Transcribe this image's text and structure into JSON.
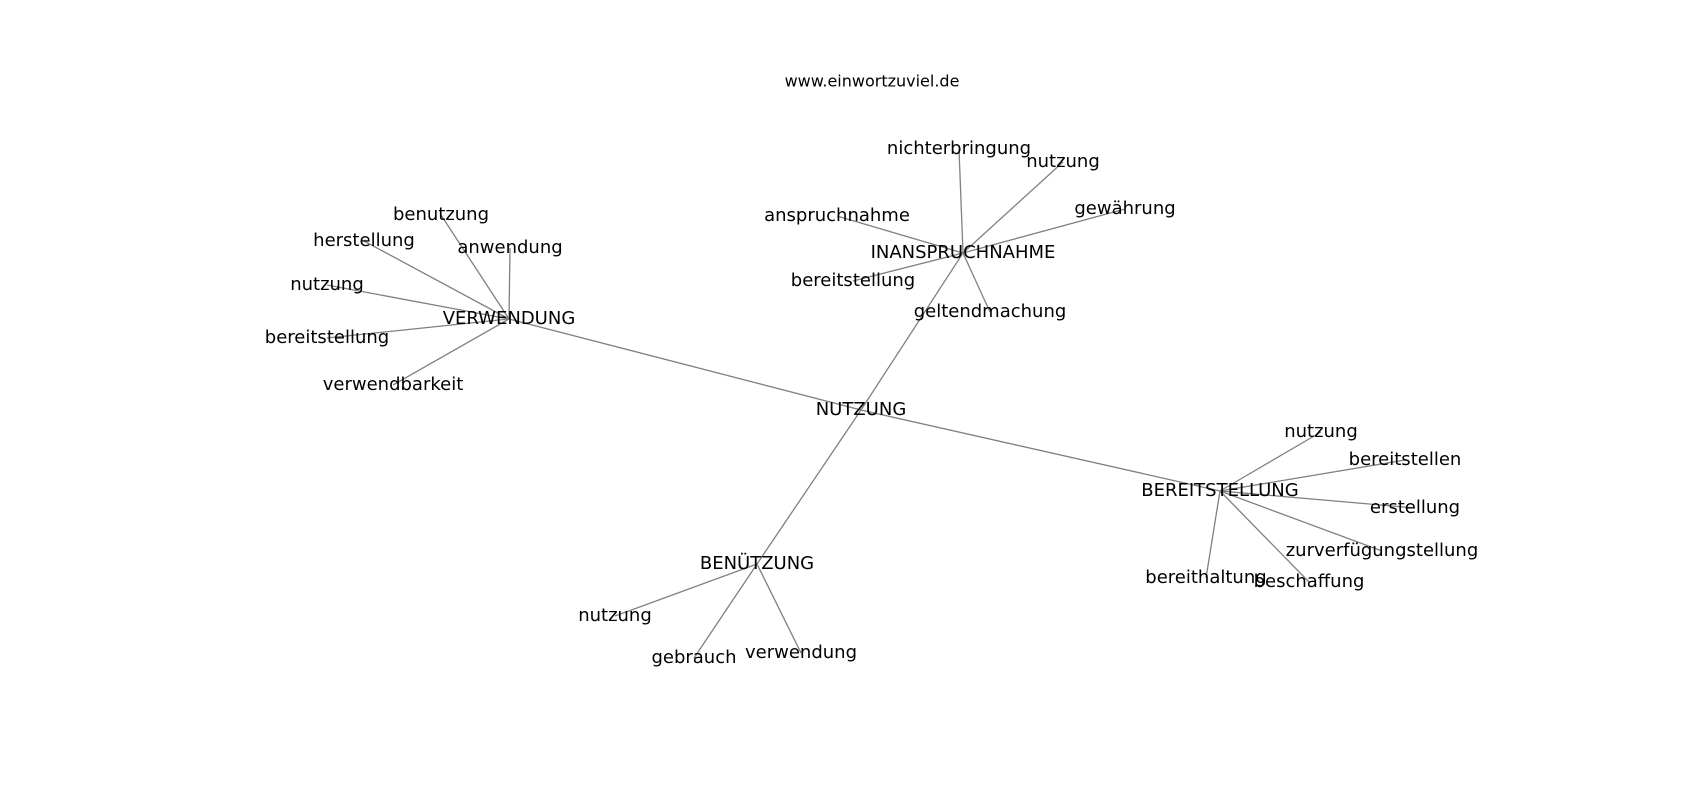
{
  "watermark": "www.einwortzuviel.de",
  "graph": {
    "nodes": [
      {
        "id": "nutzung-center",
        "label": "NUTZUNG"
      },
      {
        "id": "verwendung",
        "label": "VERWENDUNG"
      },
      {
        "id": "inanspruchnahme",
        "label": "INANSPRUCHNAHME"
      },
      {
        "id": "bereitstellung-hub",
        "label": "BEREITSTELLUNG"
      },
      {
        "id": "benuetzung",
        "label": "BENÜTZUNG"
      },
      {
        "id": "v-benutzung",
        "label": "benutzung"
      },
      {
        "id": "v-herstellung",
        "label": "herstellung"
      },
      {
        "id": "v-anwendung",
        "label": "anwendung"
      },
      {
        "id": "v-nutzung",
        "label": "nutzung"
      },
      {
        "id": "v-bereitstellung",
        "label": "bereitstellung"
      },
      {
        "id": "v-verwendbarkeit",
        "label": "verwendbarkeit"
      },
      {
        "id": "i-nichterbringung",
        "label": "nichterbringung"
      },
      {
        "id": "i-nutzung",
        "label": "nutzung"
      },
      {
        "id": "i-gewaehrung",
        "label": "gewährung"
      },
      {
        "id": "i-anspruchnahme",
        "label": "anspruchnahme"
      },
      {
        "id": "i-bereitstellung",
        "label": "bereitstellung"
      },
      {
        "id": "i-geltendmachung",
        "label": "geltendmachung"
      },
      {
        "id": "b-nutzung",
        "label": "nutzung"
      },
      {
        "id": "b-bereitstellen",
        "label": "bereitstellen"
      },
      {
        "id": "b-erstellung",
        "label": "erstellung"
      },
      {
        "id": "b-zurverfuegungstellung",
        "label": "zurverfügungstellung"
      },
      {
        "id": "b-beschaffung",
        "label": "beschaffung"
      },
      {
        "id": "b-bereithaltung",
        "label": "bereithaltung"
      },
      {
        "id": "n-nutzung",
        "label": "nutzung"
      },
      {
        "id": "n-gebrauch",
        "label": "gebrauch"
      },
      {
        "id": "n-verwendung",
        "label": "verwendung"
      }
    ],
    "edges": [
      [
        "nutzung-center",
        "verwendung"
      ],
      [
        "nutzung-center",
        "inanspruchnahme"
      ],
      [
        "nutzung-center",
        "bereitstellung-hub"
      ],
      [
        "nutzung-center",
        "benuetzung"
      ],
      [
        "verwendung",
        "v-benutzung"
      ],
      [
        "verwendung",
        "v-herstellung"
      ],
      [
        "verwendung",
        "v-anwendung"
      ],
      [
        "verwendung",
        "v-nutzung"
      ],
      [
        "verwendung",
        "v-bereitstellung"
      ],
      [
        "verwendung",
        "v-verwendbarkeit"
      ],
      [
        "inanspruchnahme",
        "i-nichterbringung"
      ],
      [
        "inanspruchnahme",
        "i-nutzung"
      ],
      [
        "inanspruchnahme",
        "i-gewaehrung"
      ],
      [
        "inanspruchnahme",
        "i-anspruchnahme"
      ],
      [
        "inanspruchnahme",
        "i-bereitstellung"
      ],
      [
        "inanspruchnahme",
        "i-geltendmachung"
      ],
      [
        "bereitstellung-hub",
        "b-nutzung"
      ],
      [
        "bereitstellung-hub",
        "b-bereitstellen"
      ],
      [
        "bereitstellung-hub",
        "b-erstellung"
      ],
      [
        "bereitstellung-hub",
        "b-zurverfuegungstellung"
      ],
      [
        "bereitstellung-hub",
        "b-beschaffung"
      ],
      [
        "bereitstellung-hub",
        "b-bereithaltung"
      ],
      [
        "benuetzung",
        "n-nutzung"
      ],
      [
        "benuetzung",
        "n-gebrauch"
      ],
      [
        "benuetzung",
        "n-verwendung"
      ]
    ]
  }
}
